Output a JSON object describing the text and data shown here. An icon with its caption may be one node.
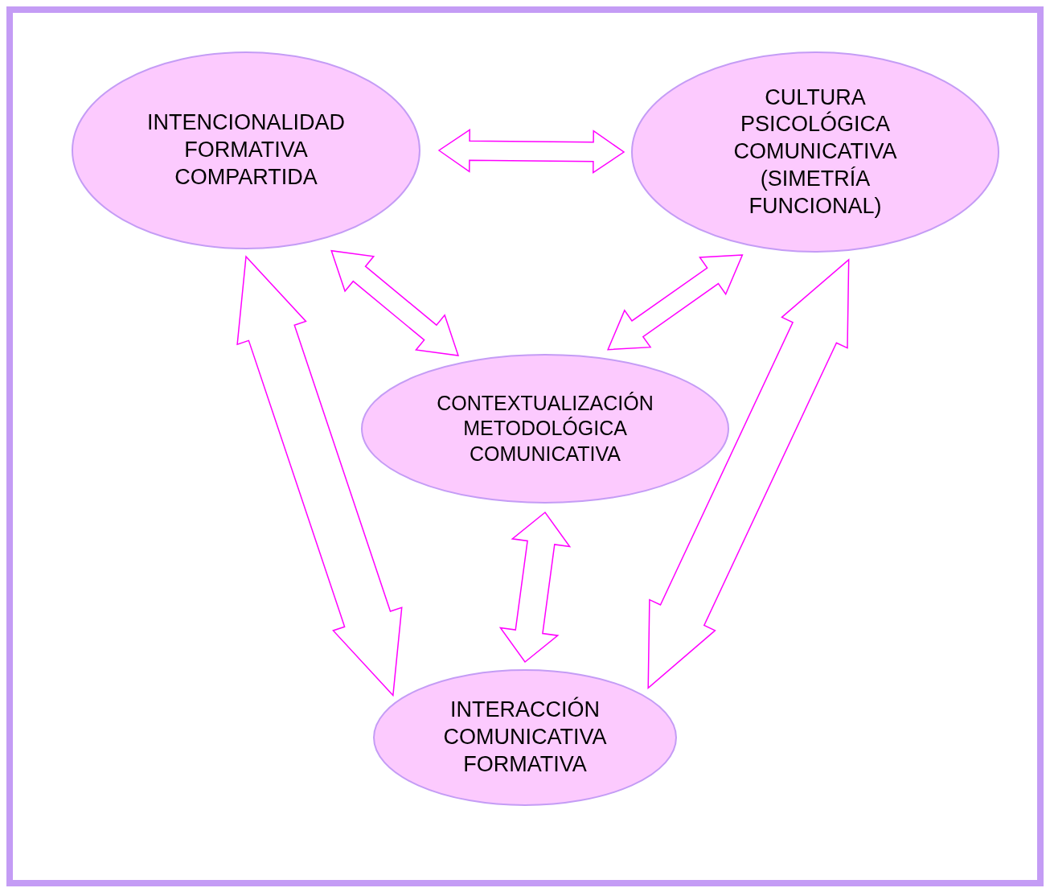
{
  "diagram": {
    "nodes": [
      {
        "text": [
          "INTENCIONALIDAD FORMATIVA COMPARTIDA"
        ]
      },
      {
        "text": [
          "CULTURA PSICOLÓGICA COMUNICATIVA (SIMETRÍA FUNCIONAL)"
        ]
      },
      {
        "text": [
          "CONTEXTUALIZACIÓN METODOLÓGICA COMUNICATIVA"
        ]
      },
      {
        "text": [
          "INTERACCIÓN COMUNICATIVA FORMATIVA"
        ]
      }
    ],
    "edges": [
      {
        "from": 0,
        "to": 1,
        "arrow": "both"
      },
      {
        "from": 0,
        "to": 2,
        "arrow": "both"
      },
      {
        "from": 1,
        "to": 2,
        "arrow": "both"
      },
      {
        "from": 0,
        "to": 3,
        "arrow": "both"
      },
      {
        "from": 1,
        "to": 3,
        "arrow": "both"
      },
      {
        "from": 2,
        "to": 3,
        "arrow": "both"
      }
    ]
  }
}
